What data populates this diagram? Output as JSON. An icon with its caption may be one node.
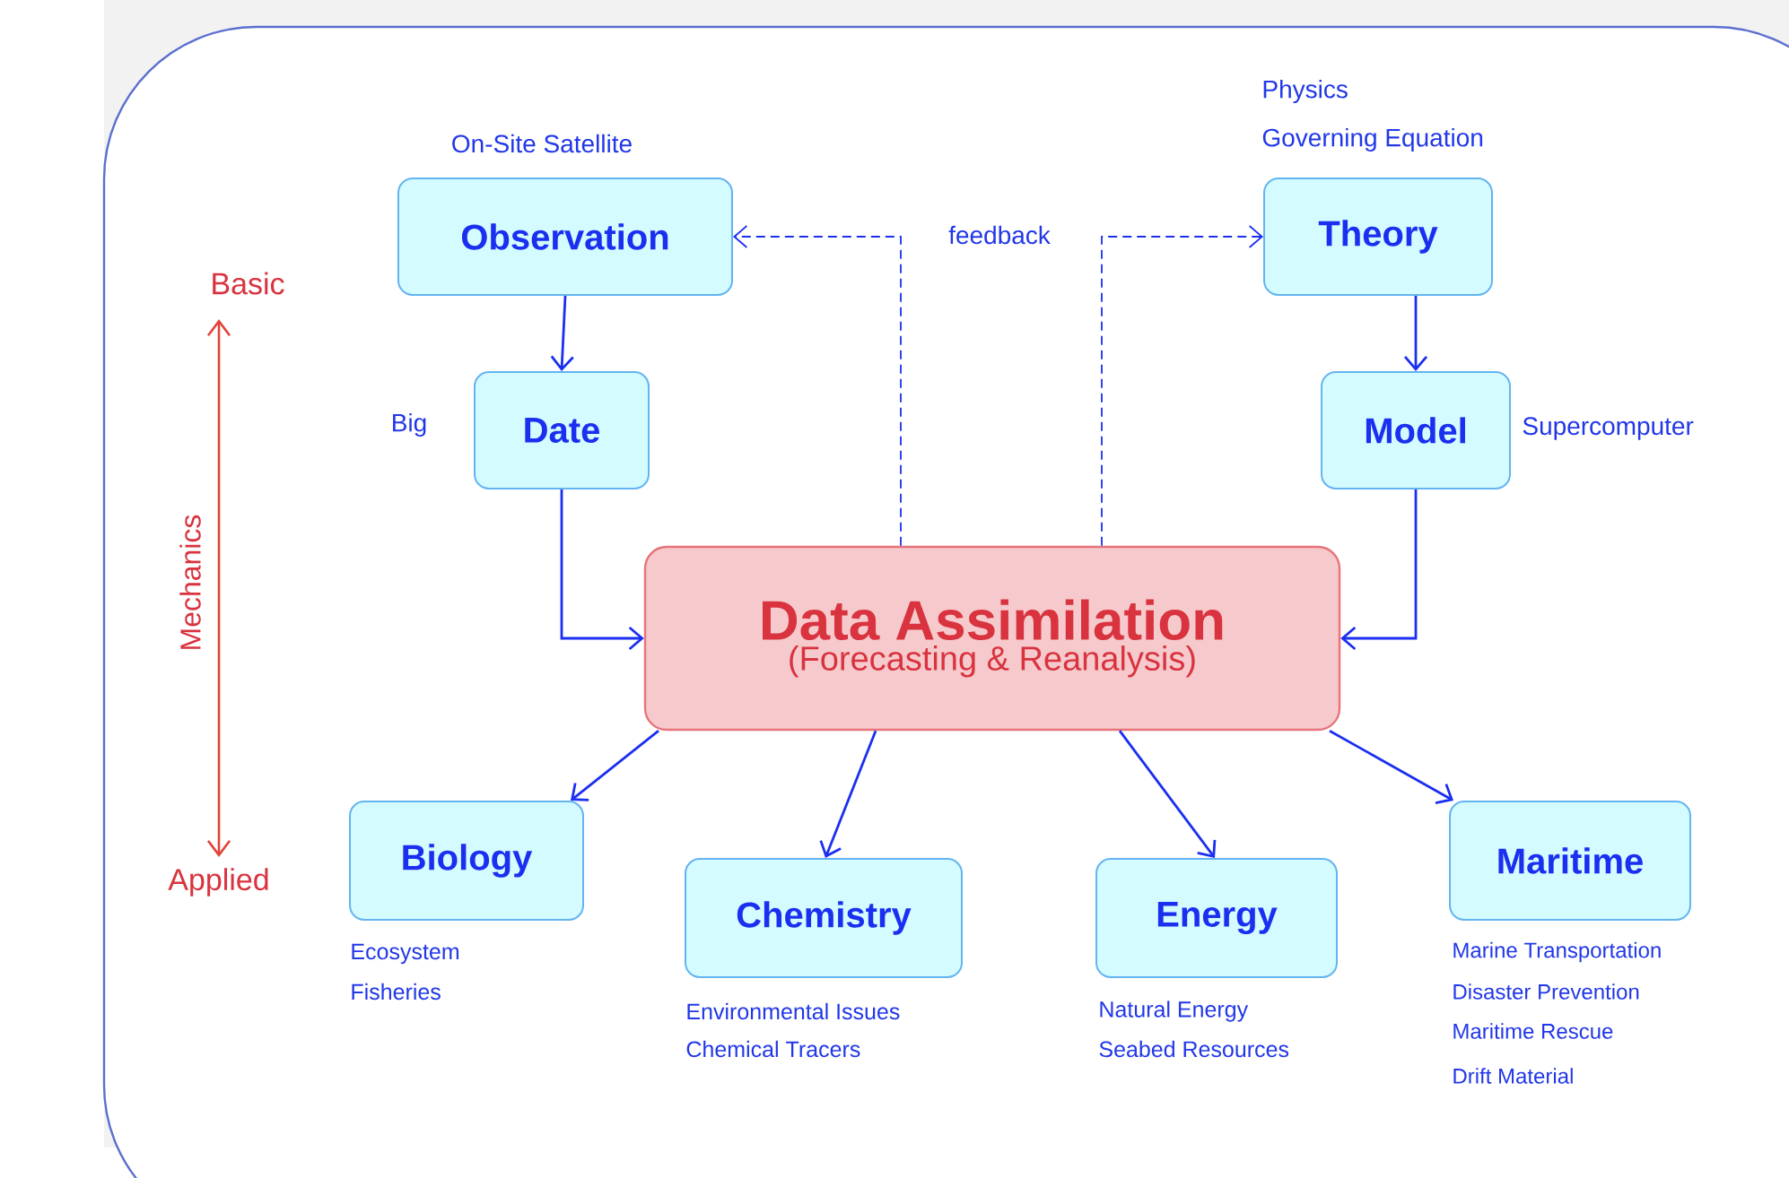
{
  "diagram": {
    "nodes": [
      {
        "text": [
          "Observation"
        ],
        "beside": [
          "On-Site Satellite"
        ]
      },
      {
        "text": [
          "Date"
        ],
        "beside": [
          "Big"
        ]
      },
      {
        "text": [
          "Theory"
        ],
        "beside": [
          "Physics",
          "Governing Equation"
        ]
      },
      {
        "text": [
          "Model"
        ],
        "beside": [
          "Supercomputer"
        ]
      },
      {
        "text": [
          "Data Assimilation",
          "(Forecasting & Reanalysis)"
        ]
      },
      {
        "text": [
          "Biology"
        ],
        "beside": [
          "Ecosystem",
          "Fisheries"
        ]
      },
      {
        "text": [
          "Chemistry"
        ],
        "beside": [
          "Environmental Issues",
          "Chemical Tracers"
        ]
      },
      {
        "text": [
          "Energy"
        ],
        "beside": [
          "Natural Energy",
          "Seabed Resources"
        ]
      },
      {
        "text": [
          "Maritime"
        ],
        "beside": [
          "Marine Transportation",
          "Disaster Prevention",
          "Maritime Rescue",
          "Drift Material"
        ]
      }
    ],
    "edges": [
      {
        "from": 0,
        "to": 1,
        "arrow": "to"
      },
      {
        "from": 2,
        "to": 3,
        "arrow": "to"
      },
      {
        "from": 1,
        "to": 4,
        "arrow": "to"
      },
      {
        "from": 3,
        "to": 4,
        "arrow": "to"
      },
      {
        "from": 4,
        "to": 0,
        "arrow": "to",
        "style": "dashed",
        "label": "feedback"
      },
      {
        "from": 4,
        "to": 2,
        "arrow": "to",
        "style": "dashed"
      },
      {
        "from": 4,
        "to": 5,
        "arrow": "to"
      },
      {
        "from": 4,
        "to": 6,
        "arrow": "to"
      },
      {
        "from": 4,
        "to": 7,
        "arrow": "to"
      },
      {
        "from": 4,
        "to": 8,
        "arrow": "to"
      }
    ],
    "labels": [
      "Basic",
      "Mechanics",
      "Applied"
    ]
  }
}
